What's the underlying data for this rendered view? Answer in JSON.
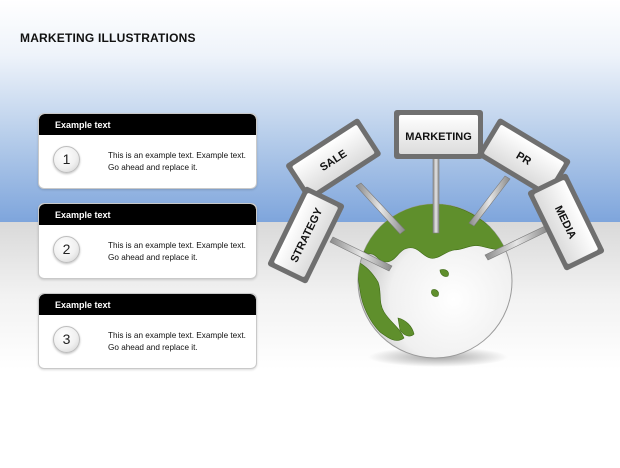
{
  "header": {
    "title": "MARKETING ILLUSTRATIONS"
  },
  "cards": [
    {
      "heading": "Example text",
      "number": "1",
      "body": "This is an example text. Example text. Go ahead and replace it."
    },
    {
      "heading": "Example text",
      "number": "2",
      "body": "This is an example text. Example text. Go ahead and replace it."
    },
    {
      "heading": "Example text",
      "number": "3",
      "body": "This is an example text. Example text. Go ahead and replace it."
    }
  ],
  "signs": {
    "marketing": "MARKETING",
    "sale": "SALE",
    "pr": "PR",
    "strategy": "STRATEGY",
    "media": "MEDIA"
  },
  "colors": {
    "card_header": "#000000",
    "globe_land": "#5f8f2c",
    "sky_bottom": "#7ea5dc"
  }
}
